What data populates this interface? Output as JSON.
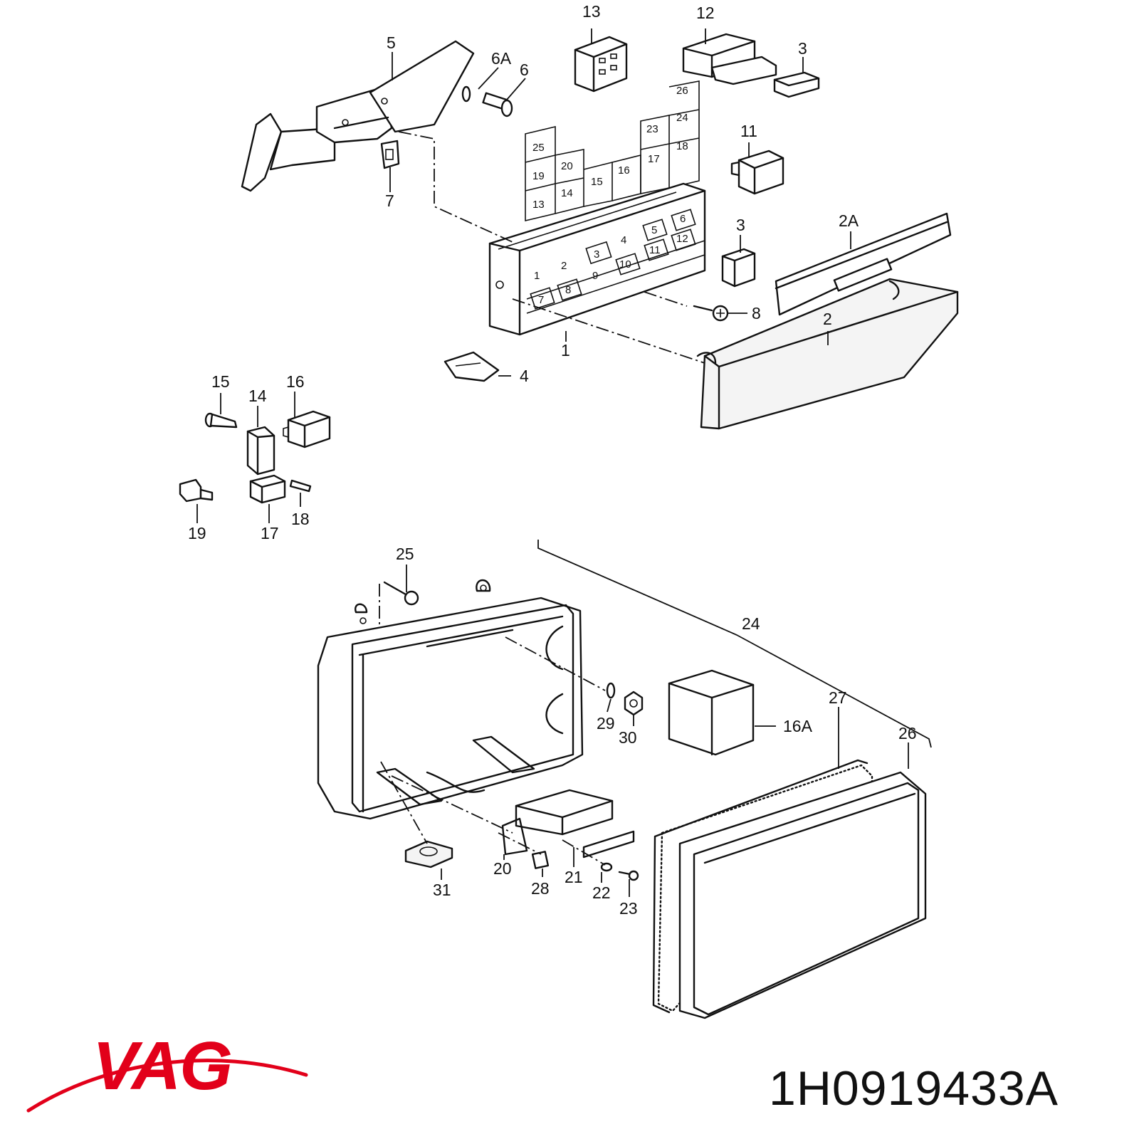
{
  "callouts": {
    "c1": "1",
    "c2": "2",
    "c2A": "2A",
    "c3a": "3",
    "c3b": "3",
    "c4": "4",
    "c5": "5",
    "c6": "6",
    "c6A": "6A",
    "c7": "7",
    "c8": "8",
    "c11": "11",
    "c12": "12",
    "c13": "13",
    "c14": "14",
    "c15": "15",
    "c16": "16",
    "c16A": "16A",
    "c17": "17",
    "c18": "18",
    "c19": "19",
    "c20": "20",
    "c21": "21",
    "c22": "22",
    "c23": "23",
    "c24": "24",
    "c25": "25",
    "c26": "26",
    "c27": "27",
    "c28": "28",
    "c29": "29",
    "c30": "30",
    "c31": "31"
  },
  "relay_grid": {
    "g25": "25",
    "g19": "19",
    "g13": "13",
    "g20": "20",
    "g14": "14",
    "g15": "15",
    "g16": "16",
    "g23": "23",
    "g17": "17",
    "g24": "24",
    "g18": "18",
    "g26": "26"
  },
  "fusebox_slots": {
    "s1": "1",
    "s2": "2",
    "s3": "3",
    "s4": "4",
    "s5": "5",
    "s6": "6",
    "s7": "7",
    "s8": "8",
    "s9": "9",
    "s10": "10",
    "s11": "11",
    "s12": "12"
  },
  "brand": {
    "logo_text": "VAG",
    "logo_color": "#e2001a"
  },
  "part_number": "1H0919433A"
}
